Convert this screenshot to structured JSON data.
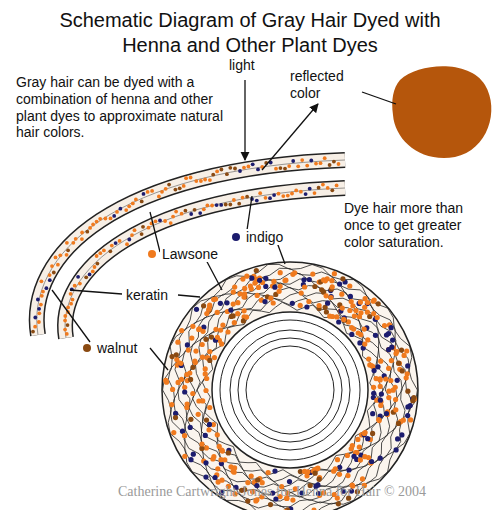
{
  "diagram": {
    "title": "Schematic Diagram of Gray Hair Dyed with Henna and Other Plant Dyes",
    "labels": [
      "Gray hair can be dyed with a combination of henna and other plant dyes to approximate natural hair colors.",
      "light",
      "reflected color",
      "Dye hair more than once to get greater color saturation.",
      "keratin",
      "Catherine Cartwright-Jones for Henna for Hair © 2004"
    ],
    "legend": [
      {
        "text": "indigo",
        "color": "#1c1c6e"
      },
      {
        "text": "Lawsone",
        "color": "#f07a1e"
      },
      {
        "text": "walnut",
        "color": "#8a4a12"
      }
    ]
  }
}
